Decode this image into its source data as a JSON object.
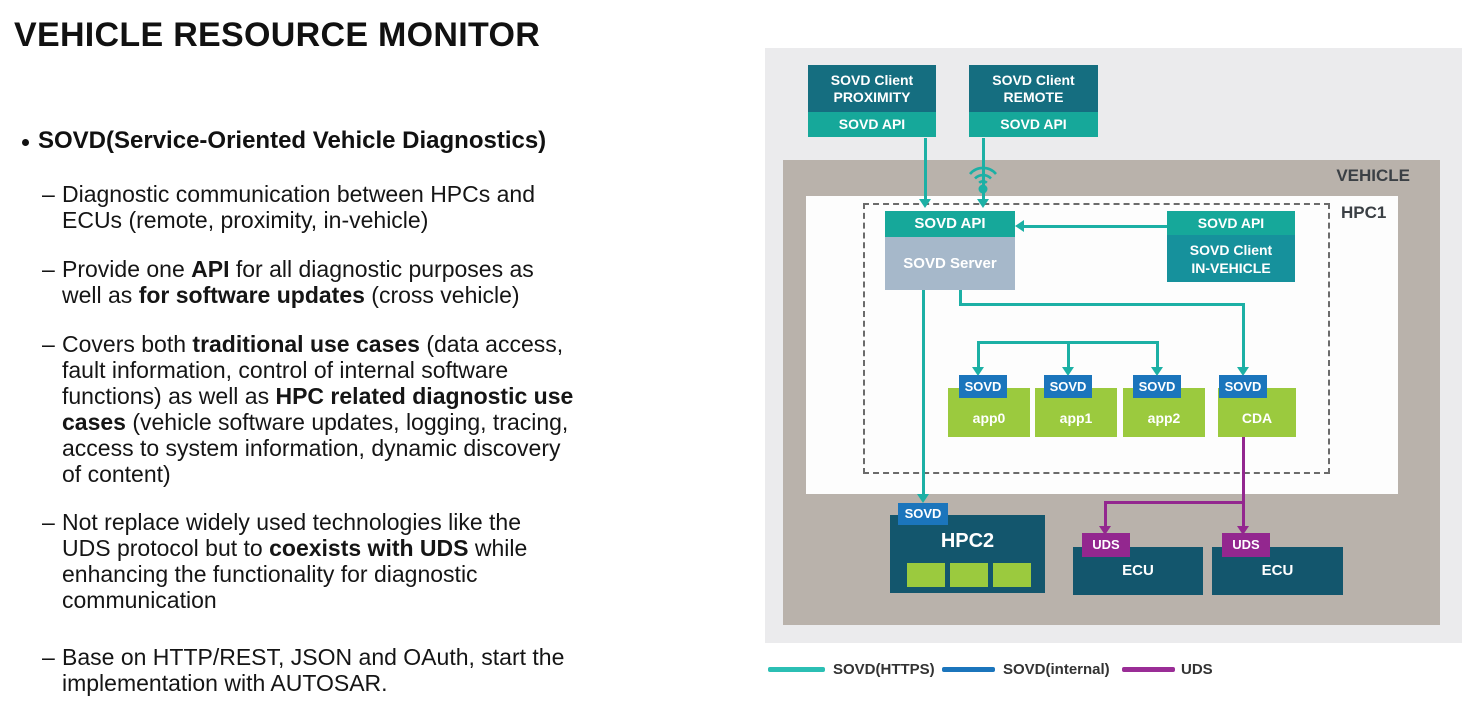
{
  "slide": {
    "title": "VEHICLE RESOURCE MONITOR",
    "bullet": {
      "heading": "SOVD(Service-Oriented Vehicle Diagnostics)",
      "items": [
        {
          "lines": [
            [
              {
                "t": "Diagnostic communication between HPCs and"
              }
            ],
            [
              {
                "t": "ECUs (remote, proximity, in-vehicle)"
              }
            ]
          ]
        },
        {
          "lines": [
            [
              {
                "t": "Provide one "
              },
              {
                "t": "API",
                "b": 1
              },
              {
                "t": " for all diagnostic purposes as"
              }
            ],
            [
              {
                "t": "well as "
              },
              {
                "t": "for software updates",
                "b": 1
              },
              {
                "t": " (cross vehicle)"
              }
            ]
          ]
        },
        {
          "lines": [
            [
              {
                "t": "Covers both "
              },
              {
                "t": "traditional use cases",
                "b": 1
              },
              {
                "t": " (data access,"
              }
            ],
            [
              {
                "t": "fault information, control of internal software"
              }
            ],
            [
              {
                "t": "functions) as well as "
              },
              {
                "t": "HPC related diagnostic use",
                "b": 1
              }
            ],
            [
              {
                "t": "cases",
                "b": 1
              },
              {
                "t": " (vehicle software updates, logging, tracing,"
              }
            ],
            [
              {
                "t": "access to system information, dynamic discovery"
              }
            ],
            [
              {
                "t": "of content)"
              }
            ]
          ]
        },
        {
          "lines": [
            [
              {
                "t": "Not replace widely used technologies like the"
              }
            ],
            [
              {
                "t": "UDS protocol but to "
              },
              {
                "t": "coexists with UDS",
                "b": 1
              },
              {
                "t": " while"
              }
            ],
            [
              {
                "t": "enhancing the functionality for diagnostic"
              }
            ],
            [
              {
                "t": "communication"
              }
            ]
          ]
        },
        {
          "lines": [
            [
              {
                "t": "Base on HTTP/REST, JSON and OAuth, start the"
              }
            ],
            [
              {
                "t": "implementation with AUTOSAR."
              }
            ]
          ]
        }
      ]
    }
  },
  "diagram": {
    "vehicle_label": "VEHICLE",
    "hpc1_label": "HPC1",
    "clients": {
      "proximity": {
        "line1": "SOVD Client",
        "line2": "PROXIMITY",
        "api": "SOVD API"
      },
      "remote": {
        "line1": "SOVD Client",
        "line2": "REMOTE",
        "api": "SOVD API"
      },
      "in_vehicle": {
        "api": "SOVD API",
        "line1": "SOVD Client",
        "line2": "IN-VEHICLE"
      }
    },
    "server": {
      "api": "SOVD API",
      "name": "SOVD Server"
    },
    "apps": [
      {
        "tag": "SOVD",
        "name": "app0"
      },
      {
        "tag": "SOVD",
        "name": "app1"
      },
      {
        "tag": "SOVD",
        "name": "app2"
      },
      {
        "tag": "SOVD",
        "name": "CDA"
      }
    ],
    "hpc2": {
      "tag": "SOVD",
      "name": "HPC2"
    },
    "ecus": [
      {
        "tag": "UDS",
        "name": "ECU"
      },
      {
        "tag": "UDS",
        "name": "ECU"
      }
    ],
    "legend": [
      {
        "label": "SOVD(HTTPS)",
        "color": "#2bbfb4"
      },
      {
        "label": "SOVD(internal)",
        "color": "#1b75bc"
      },
      {
        "label": "UDS",
        "color": "#9a2d96"
      }
    ],
    "colors": {
      "panel_bg": "#ebebed",
      "vehicle_band": "#b9b2ab",
      "dark_teal_box": "#156e80",
      "teal_api": "#16a89a",
      "teal_line": "#1cb0a5",
      "server_body": "#a6b8ca",
      "invehicle_body": "#16919c",
      "green_box": "#9bca3e",
      "blue_tag": "#1b75bc",
      "purple": "#93278f",
      "dark_blue_box": "#13566d",
      "label_gray": "#3b4045"
    }
  }
}
